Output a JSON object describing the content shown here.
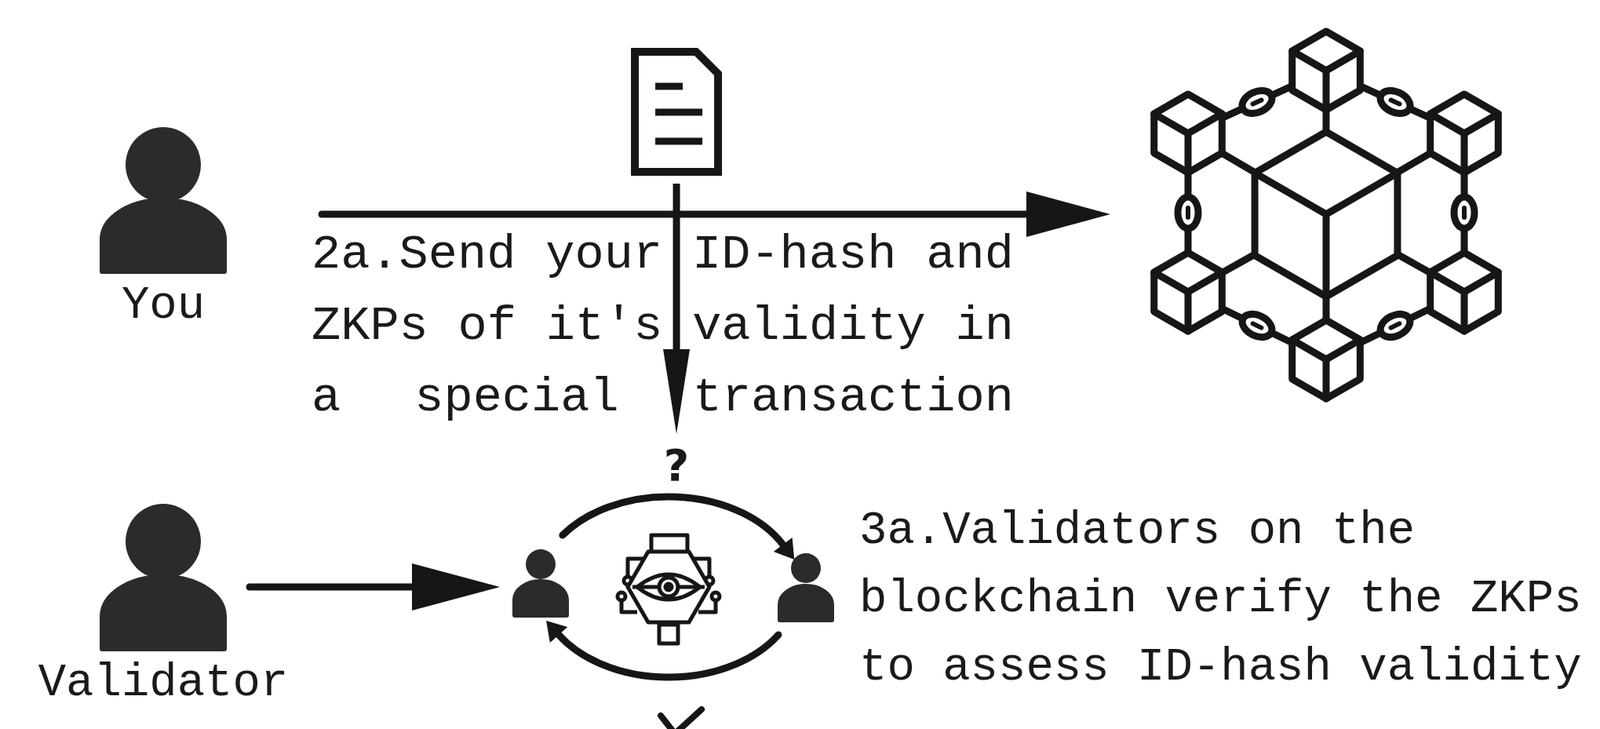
{
  "diagram": {
    "labels": [
      "2a.Send your ID-hash and ZKPs of it's validity in a special transaction",
      "You",
      "Validator",
      "?",
      "3a.Validators on the blockchain verify the ZKPs to assess ID-hash validity"
    ]
  }
}
